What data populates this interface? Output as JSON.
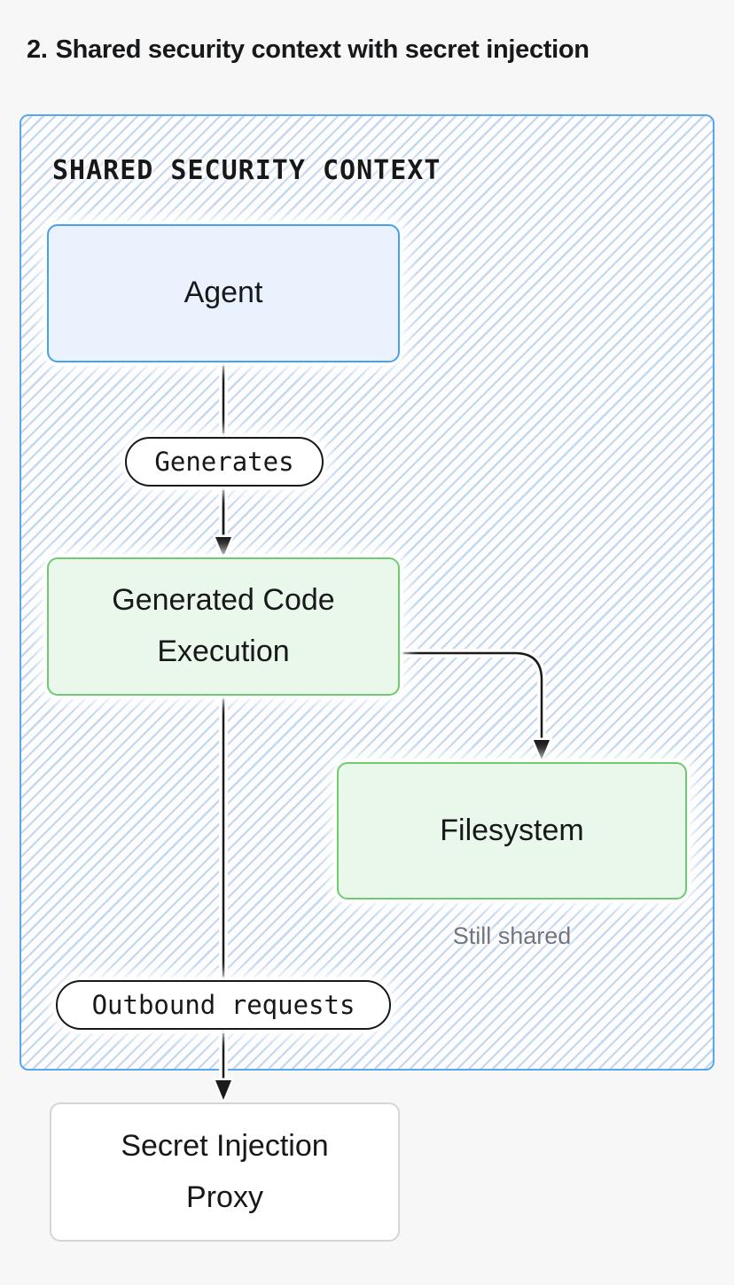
{
  "heading": {
    "number": "2.",
    "title": "Shared security context with secret injection"
  },
  "container": {
    "label": "SHARED SECURITY CONTEXT",
    "border_color": "#57a6f2",
    "hatch_line_color": "#c3d8f0",
    "hatch_bg_color": "#fdfdfe"
  },
  "nodes": {
    "agent": {
      "label": "Agent",
      "fill": "#e9f2fd",
      "border_color": "#4aa0f0"
    },
    "generated_code_execution": {
      "line1": "Generated Code",
      "line2": "Execution",
      "fill": "#eaf7eb",
      "border_color": "#6ecb70"
    },
    "filesystem": {
      "label": "Filesystem",
      "fill": "#eaf7eb",
      "border_color": "#6ecb70"
    },
    "secret_injection_proxy": {
      "line1": "Secret Injection",
      "line2": "Proxy",
      "fill": "#ffffff",
      "border_color": "#d2d5d9"
    }
  },
  "edge_labels": {
    "generates": {
      "label": "Generates"
    },
    "outbound_requests": {
      "label": "Outbound requests"
    }
  },
  "annotations": {
    "still_shared": {
      "label": "Still shared",
      "color": "#72757e"
    }
  },
  "edge_color": "#1a1a1a",
  "page_bg": "#f7f7f8",
  "text_color": "#17181a"
}
